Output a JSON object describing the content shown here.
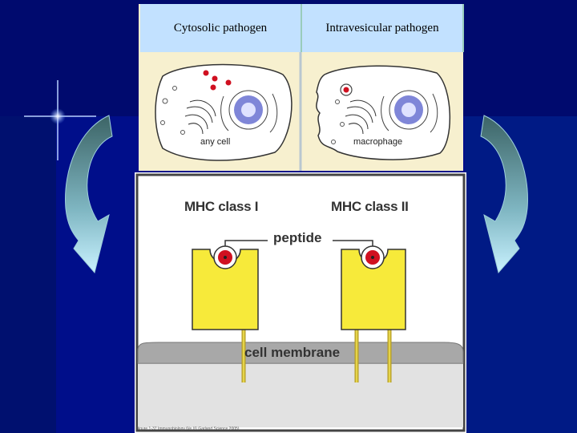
{
  "top_panel": {
    "left_header": "Cytosolic pathogen",
    "right_header": "Intravesicular pathogen",
    "left_cell_label": "any cell",
    "right_cell_label": "macrophage"
  },
  "bottom_panel": {
    "mhc1_label": "MHC class I",
    "mhc2_label": "MHC class II",
    "peptide_label": "peptide",
    "membrane_label": "cell membrane",
    "credit": "Figure 1-37 Immunobiology 6/e (© Garland Science 2005)"
  },
  "colors": {
    "background": "#000e8a",
    "receptor_yellow": "#f7ea3a",
    "pathogen_red": "#d01020",
    "header_blue": "#c2e1ff",
    "panel_cream": "#f7f0cf"
  }
}
